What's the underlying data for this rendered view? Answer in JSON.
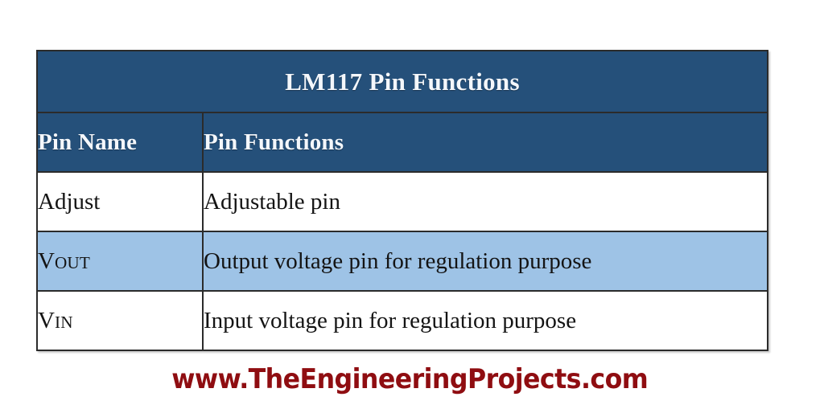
{
  "document": {
    "table": {
      "title": "LM117 Pin Functions",
      "columns": [
        "Pin Name",
        "Pin Functions"
      ],
      "rows": [
        {
          "pin_name": "Adjust",
          "pin_name_base": "Adjust",
          "pin_name_sub": "",
          "pin_function": "Adjustable pin",
          "highlighted": false
        },
        {
          "pin_name": "VOUT",
          "pin_name_base": "V",
          "pin_name_sub": "OUT",
          "pin_function": "Output voltage pin for regulation purpose",
          "highlighted": true
        },
        {
          "pin_name": "VIN",
          "pin_name_base": "V",
          "pin_name_sub": "IN",
          "pin_function": "Input voltage pin for regulation purpose",
          "highlighted": false
        }
      ]
    },
    "watermark": "www.TheEngineeringProjects.com",
    "colors": {
      "header_blue": "#25507a",
      "row_highlight_blue": "#9ec3e6",
      "border": "#2b2b2b",
      "watermark_red": "#8f0d11",
      "background": "#ffffff"
    }
  }
}
